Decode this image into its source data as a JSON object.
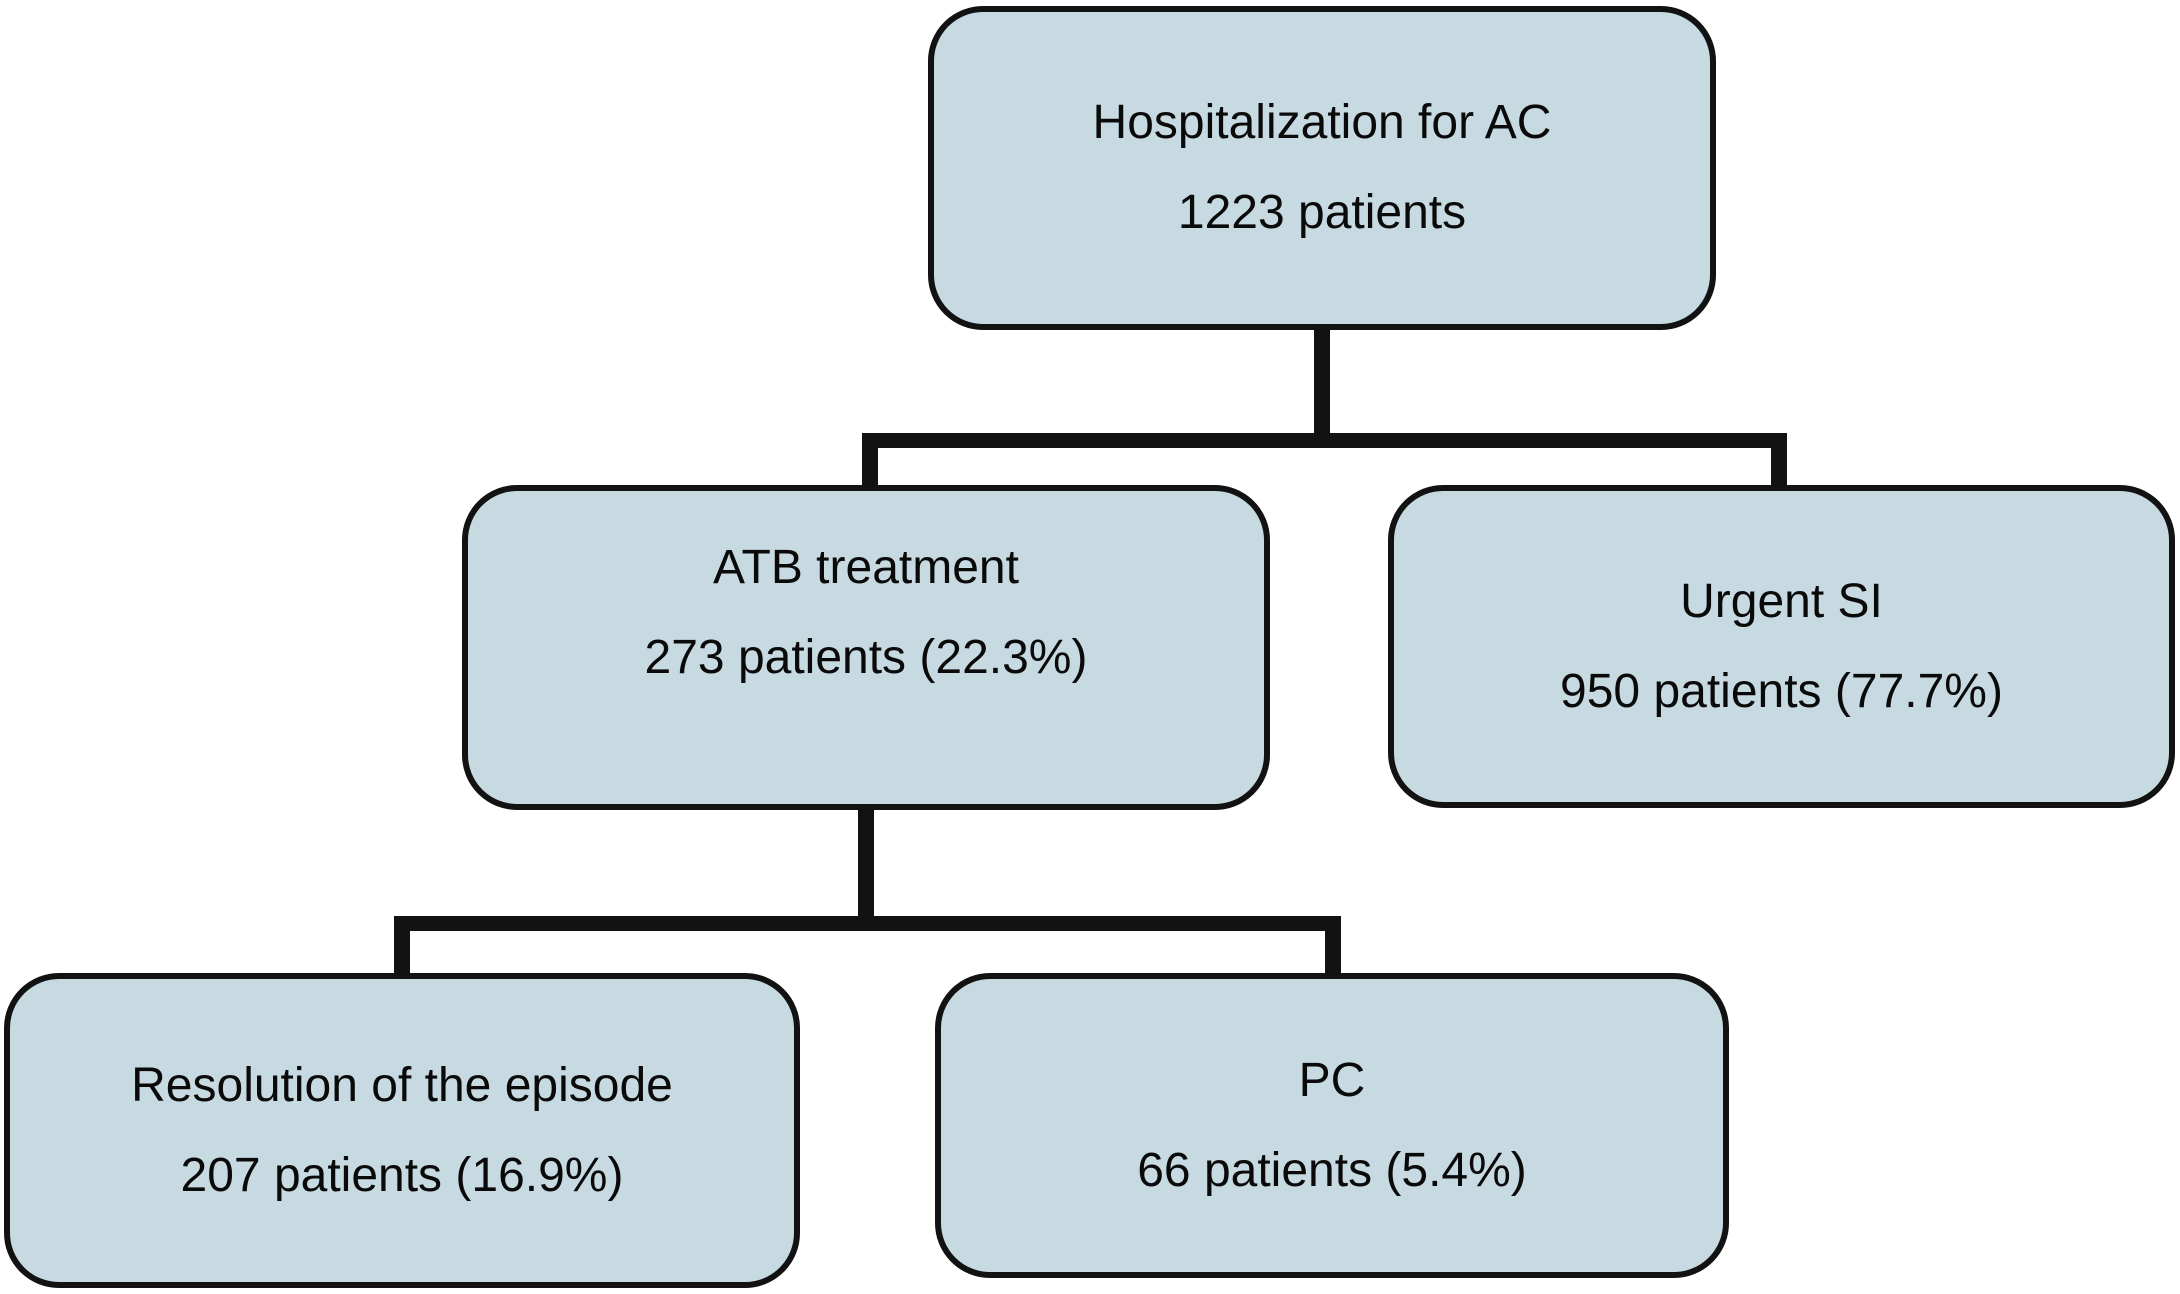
{
  "nodes": {
    "hospitalization": {
      "label": "Hospitalization for AC",
      "stats": "1223 patients"
    },
    "atb": {
      "label": "ATB treatment",
      "stats": "273 patients (22.3%)"
    },
    "urgent_si": {
      "label": "Urgent SI",
      "stats": "950 patients (77.7%)"
    },
    "resolution": {
      "label": "Resolution of the episode",
      "stats": "207 patients (16.9%)"
    },
    "pc": {
      "label": "PC",
      "stats": "66 patients (5.4%)"
    }
  },
  "colors": {
    "node_fill": "#c8dae1",
    "node_border": "#121212",
    "connector": "#121212",
    "background": "#ffffff",
    "text": "#0a0a0a"
  }
}
